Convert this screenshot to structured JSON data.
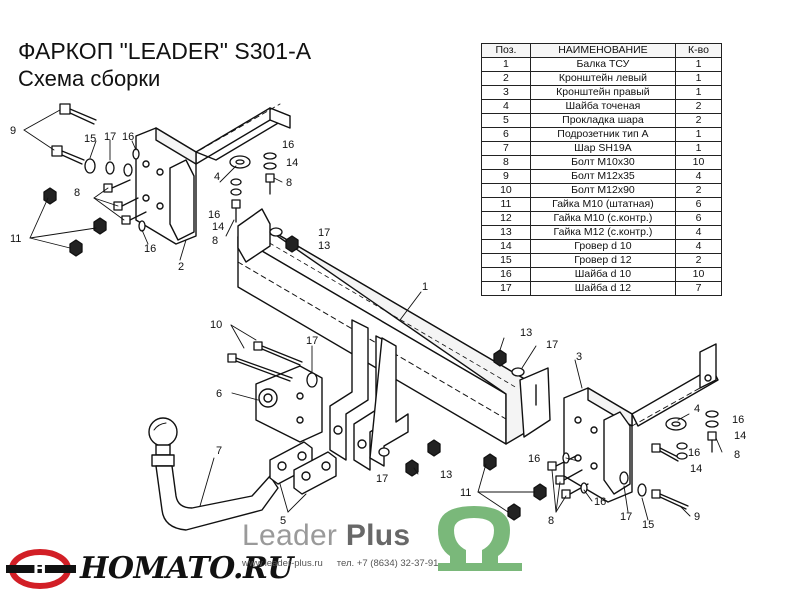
{
  "header": {
    "title": "ФАРКОП \"LEADER\" S301-A",
    "subtitle": "Схема сборки"
  },
  "parts_table": {
    "headers": [
      "Поз.",
      "НАИМЕНОВАНИЕ",
      "К-во"
    ],
    "rows": [
      [
        "1",
        "Балка ТСУ",
        "1"
      ],
      [
        "2",
        "Кронштейн левый",
        "1"
      ],
      [
        "3",
        "Кронштейн правый",
        "1"
      ],
      [
        "4",
        "Шайба точеная",
        "2"
      ],
      [
        "5",
        "Прокладка шара",
        "2"
      ],
      [
        "6",
        "Подрозетник тип А",
        "1"
      ],
      [
        "7",
        "Шар SH19A",
        "1"
      ],
      [
        "8",
        "Болт М10х30",
        "10"
      ],
      [
        "9",
        "Болт М12х35",
        "4"
      ],
      [
        "10",
        "Болт М12х90",
        "2"
      ],
      [
        "11",
        "Гайка М10 (штатная)",
        "6"
      ],
      [
        "12",
        "Гайка  М10 (с.контр.)",
        "6"
      ],
      [
        "13",
        "Гайка М12 (с.контр.)",
        "4"
      ],
      [
        "14",
        "Гровер d 10",
        "4"
      ],
      [
        "15",
        "Гровер d 12",
        "2"
      ],
      [
        "16",
        "Шайба d 10",
        "10"
      ],
      [
        "17",
        "Шайба d 12",
        "7"
      ]
    ]
  },
  "callouts": {
    "c1": "1",
    "c2": "2",
    "c3": "3",
    "c4": "4",
    "c5": "5",
    "c6": "6",
    "c7": "7",
    "c8": "8",
    "c9": "9",
    "c10": "10",
    "c11": "11",
    "c13": "13",
    "c14": "14",
    "c15": "15",
    "c16": "16",
    "c17": "17"
  },
  "footer": {
    "brand_main": "Leader",
    "brand_accent": "Plus",
    "site": "www.leader-plus.ru",
    "phone": "тел. +7 (8634) 32-37-91",
    "store": "HOMATO.RU"
  },
  "colors": {
    "line": "#111111",
    "logo_green": "#7ab87a",
    "logo_red": "#d21f26",
    "brand_gray": "#9a9a9a"
  }
}
